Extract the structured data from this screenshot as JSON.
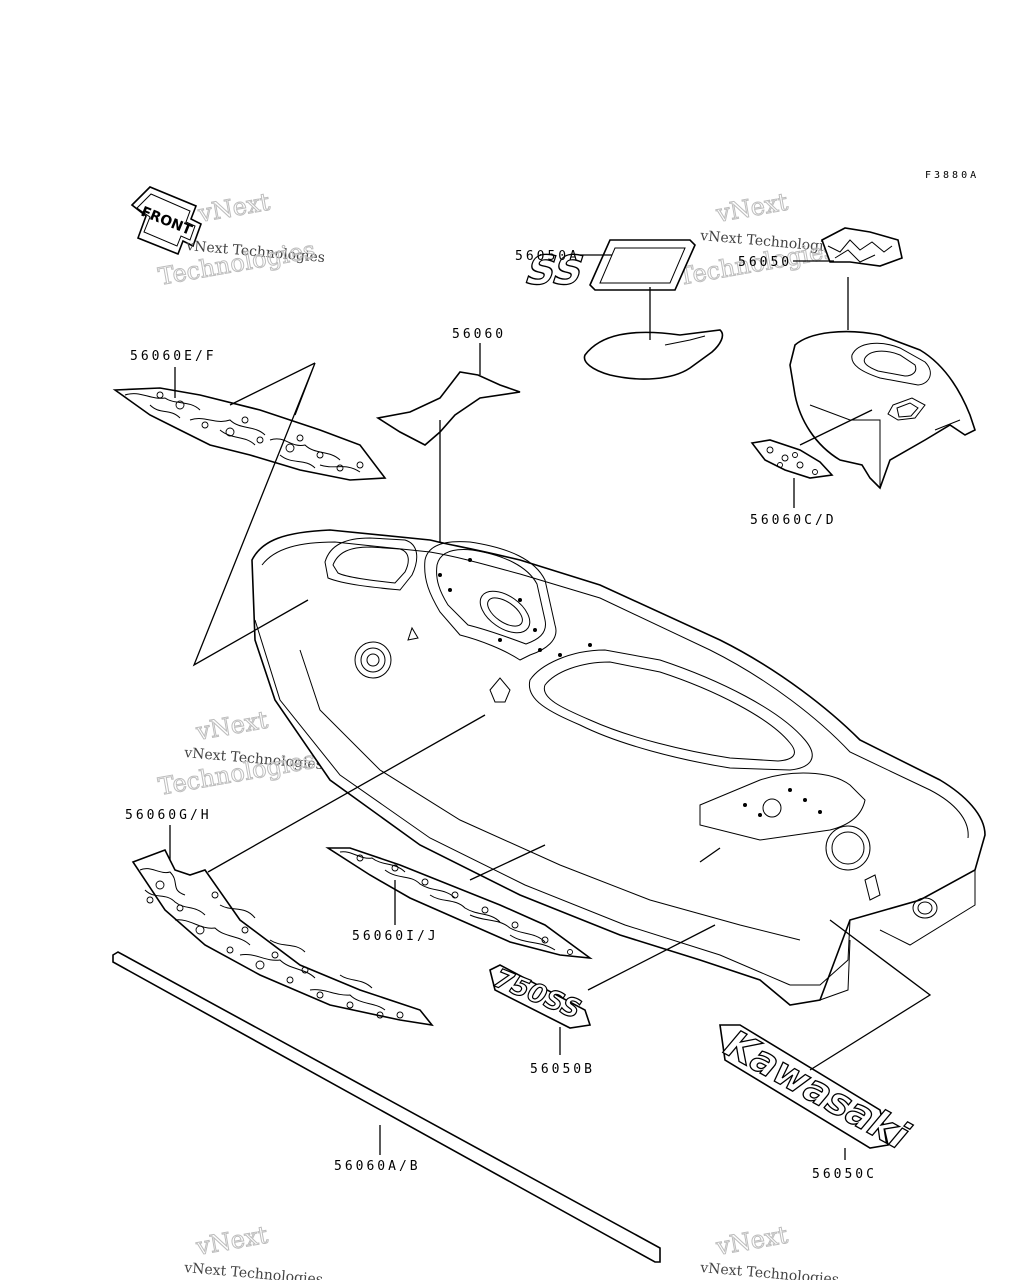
{
  "diagram": {
    "figure_code": "F3880A",
    "front_label": "FRONT",
    "watermark": {
      "line1": "vNext",
      "line2": "vNext Technologies",
      "line3": "Technologies"
    },
    "labels": [
      {
        "id": "56050A",
        "text": "56050A"
      },
      {
        "id": "56050",
        "text": "56050"
      },
      {
        "id": "56060",
        "text": "56060"
      },
      {
        "id": "56060EF",
        "text": "56060E/F"
      },
      {
        "id": "56060CD",
        "text": "56060C/D"
      },
      {
        "id": "56060GH",
        "text": "56060G/H"
      },
      {
        "id": "56060IJ",
        "text": "56060I/J"
      },
      {
        "id": "56050B",
        "text": "56050B"
      },
      {
        "id": "56060AB",
        "text": "56060A/B"
      },
      {
        "id": "56050C",
        "text": "56050C"
      }
    ],
    "decals": {
      "ss": "SS",
      "ss_750": "750SS",
      "kawasaki": "Kawasaki"
    }
  }
}
